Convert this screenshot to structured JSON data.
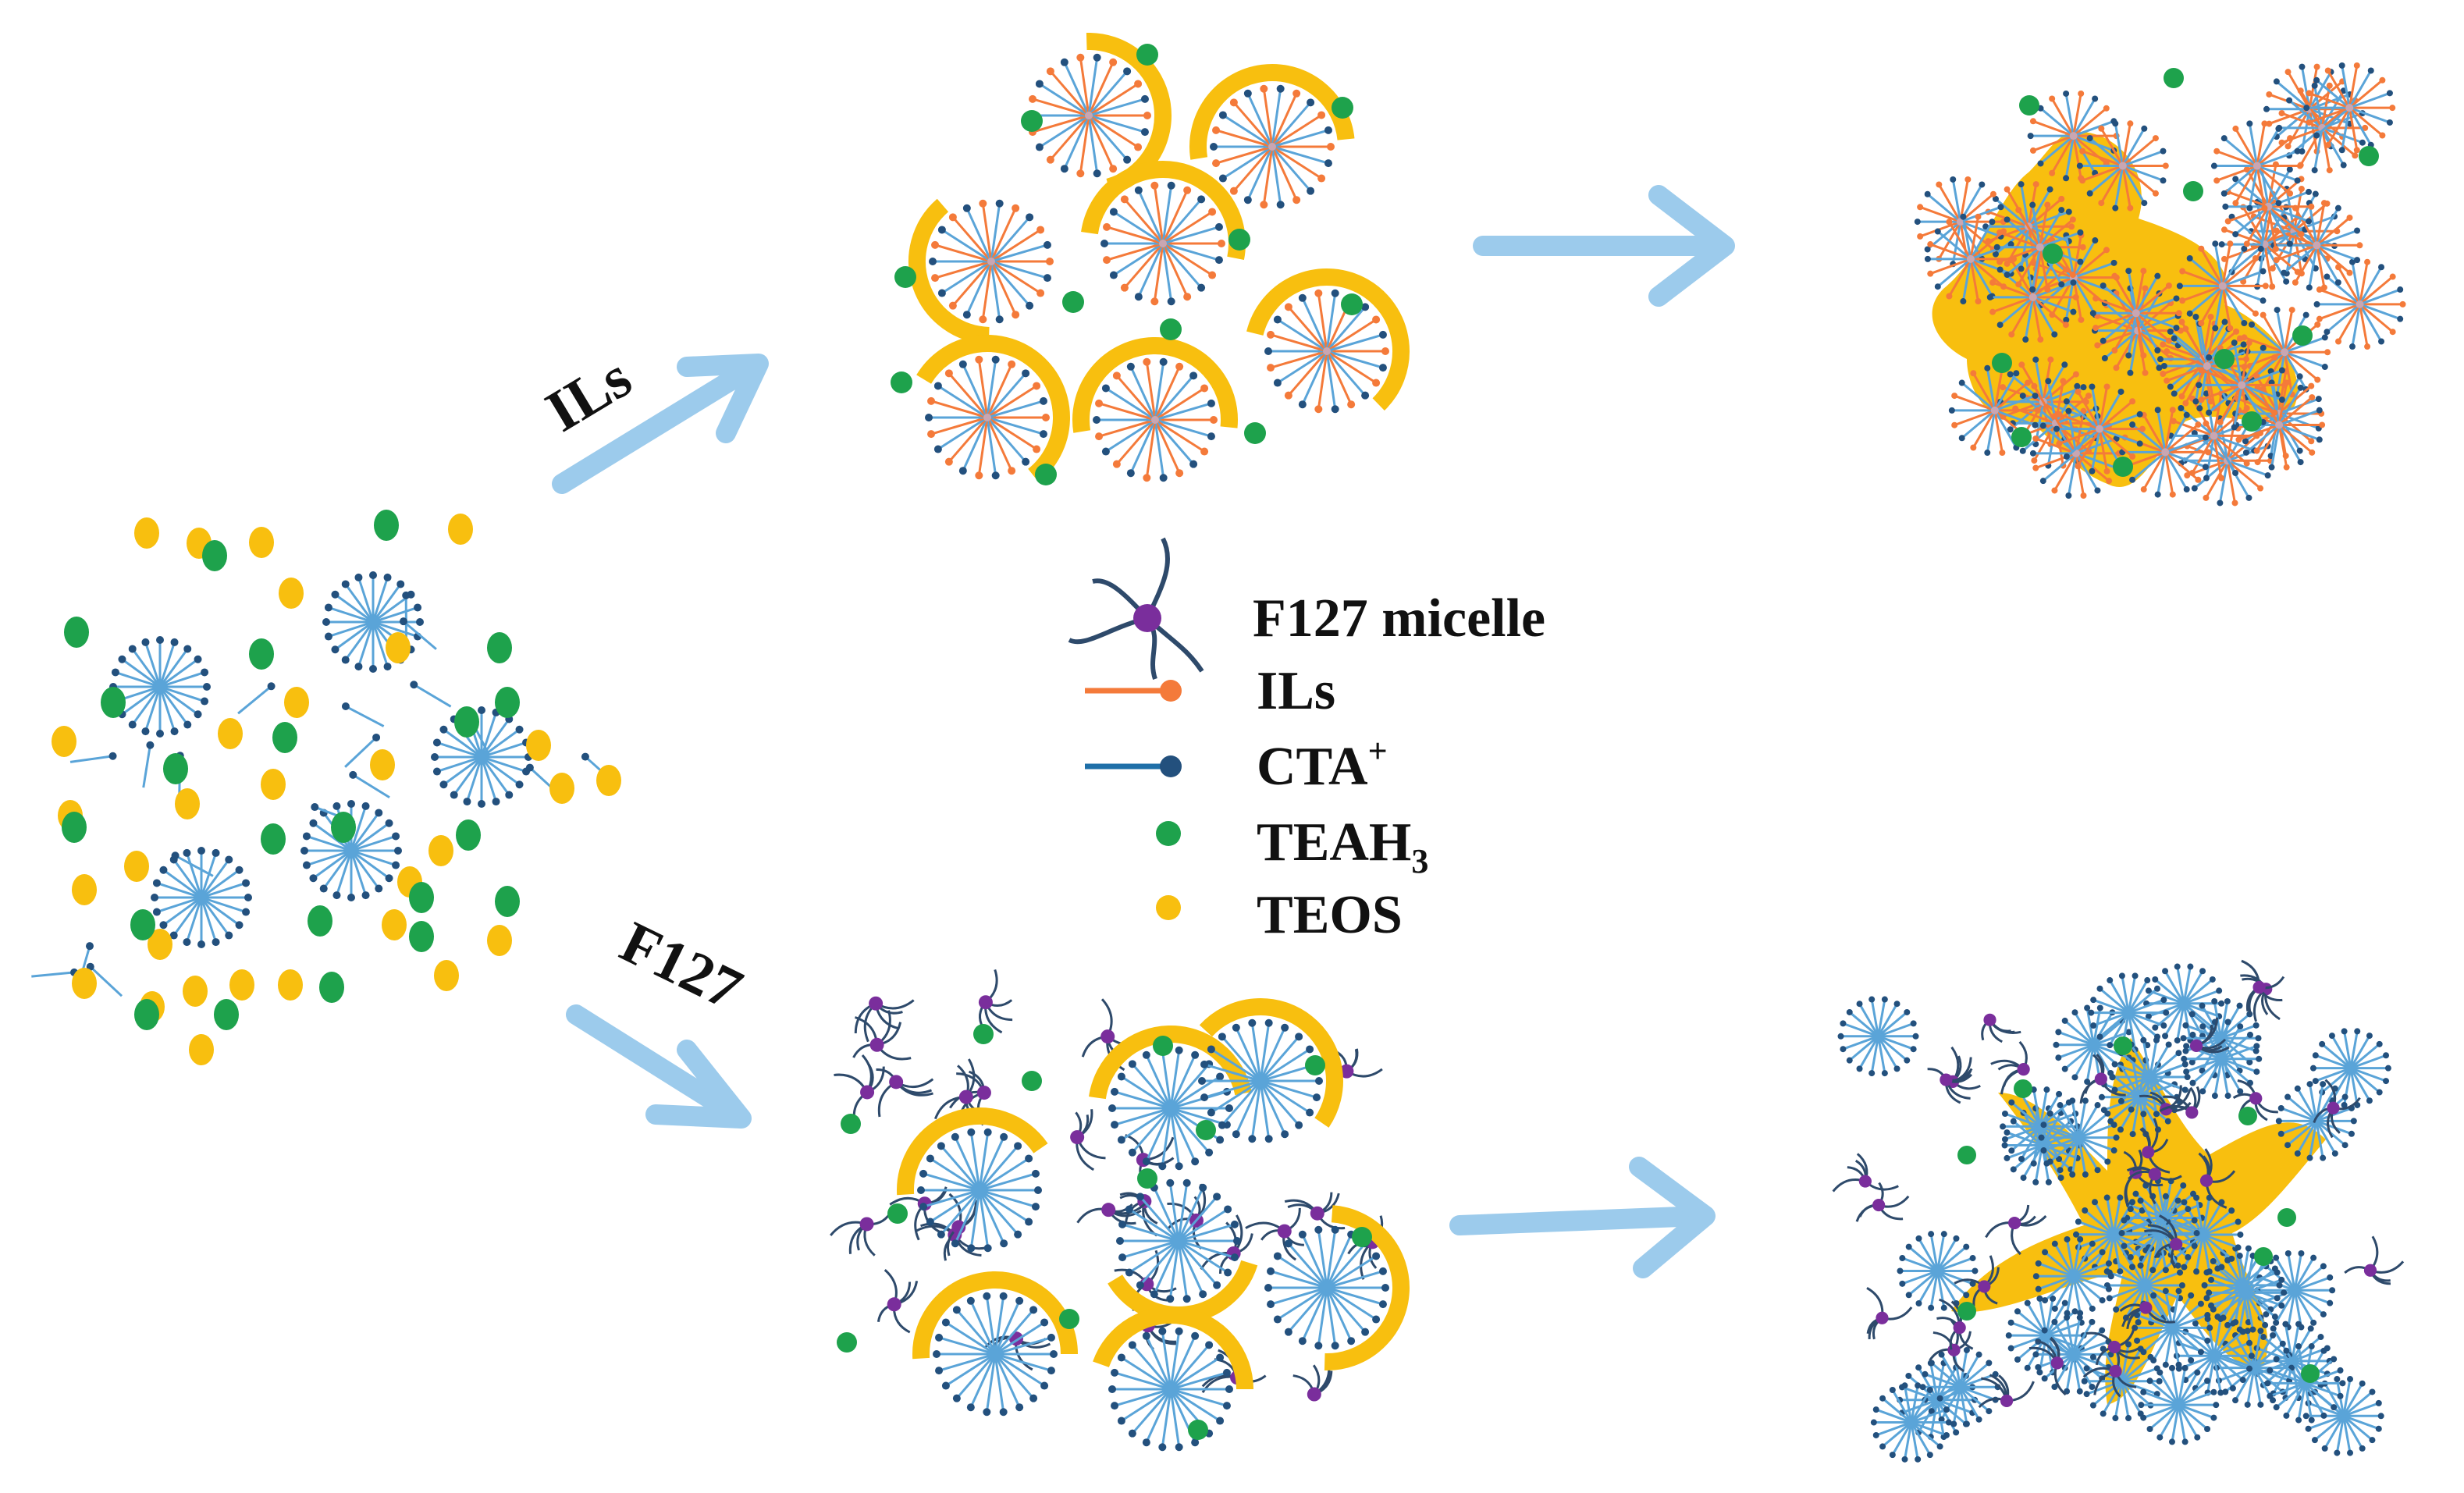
{
  "labels": {
    "route_top": "ILs",
    "route_bottom": "F127"
  },
  "legend": [
    {
      "key": "f127",
      "text": "F127 micelle",
      "sub": ""
    },
    {
      "key": "ils",
      "text": "ILs",
      "sub": ""
    },
    {
      "key": "cta",
      "text": "CTA",
      "sup": "+"
    },
    {
      "key": "teah",
      "text": "TEAH",
      "sub": "3"
    },
    {
      "key": "teos",
      "text": "TEOS",
      "sub": ""
    }
  ],
  "colors": {
    "arrow": "#9ccbec",
    "silica": "#f8bf0f",
    "teah": "#1ea24c",
    "ils": "#f47a3a",
    "cta": "#1f6fa8",
    "cta_dot": "#23507d",
    "f127_core": "#7a2e9c",
    "f127_chain": "#2e4a6b",
    "micelle_spoke": "#5aa4d8",
    "micelle_center": "#c9a6b2"
  }
}
